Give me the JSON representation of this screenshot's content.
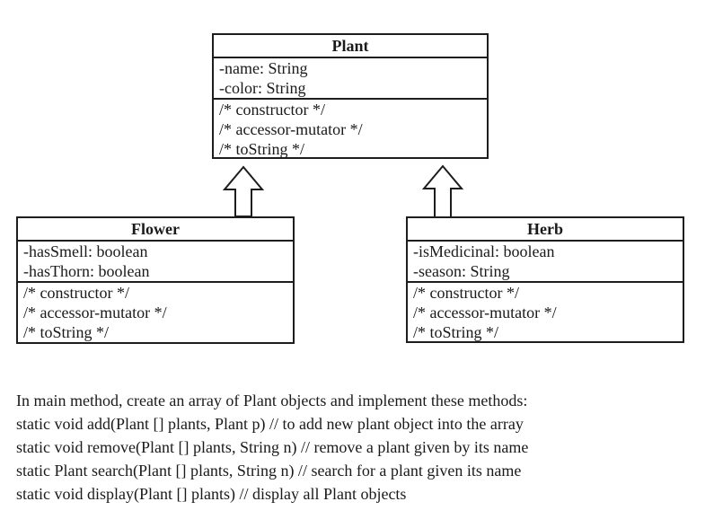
{
  "diagram": {
    "classes": [
      {
        "name": "Plant",
        "attributes": [
          "-name: String",
          "-color: String"
        ],
        "methods": [
          "/* constructor */",
          "/* accessor-mutator */",
          "/* toString */"
        ]
      },
      {
        "name": "Flower",
        "attributes": [
          "-hasSmell: boolean",
          "-hasThorn: boolean"
        ],
        "methods": [
          "/* constructor */",
          "/* accessor-mutator */",
          "/* toString */"
        ]
      },
      {
        "name": "Herb",
        "attributes": [
          "-isMedicinal: boolean",
          "-season: String"
        ],
        "methods": [
          "/* constructor */",
          "/* accessor-mutator */",
          "/* toString */"
        ]
      }
    ],
    "relationships": [
      {
        "type": "generalization",
        "from": "Flower",
        "to": "Plant"
      },
      {
        "type": "generalization",
        "from": "Herb",
        "to": "Plant"
      }
    ]
  },
  "notes": {
    "lines": [
      "In main method, create an array of Plant objects and implement these methods:",
      "static void add(Plant [] plants, Plant p) // to add new plant object into the array",
      "static void remove(Plant [] plants, String n) // remove a plant given by its name",
      "static Plant search(Plant [] plants, String n) // search for a plant given its name",
      "static void display(Plant [] plants) // display all Plant objects"
    ]
  },
  "colors": {
    "background": "#ffffff",
    "line": "#1d1d1d",
    "text": "#1a1a1a"
  }
}
